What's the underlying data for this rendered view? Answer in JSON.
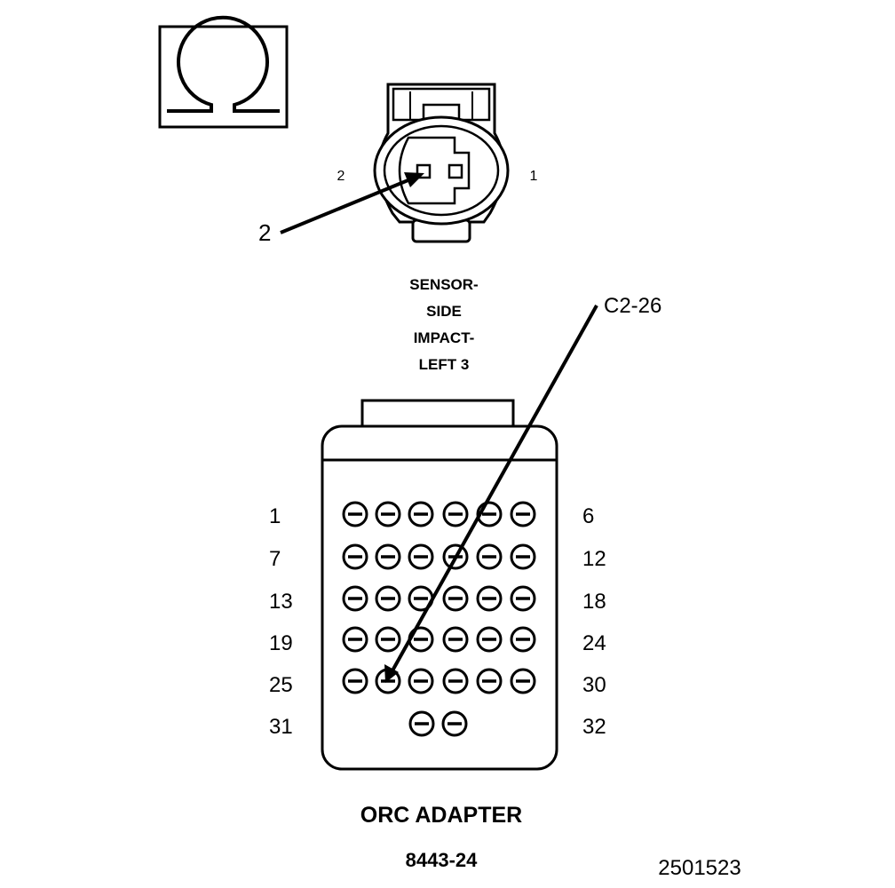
{
  "ohm_symbol": "Ω",
  "sensor_connector": {
    "pin_left_label": "2",
    "pin_right_label": "1",
    "callout": "2",
    "name_lines": [
      "SENSOR-",
      "SIDE",
      "IMPACT-",
      "LEFT 3"
    ]
  },
  "adapter": {
    "callout": "C2-26",
    "row_labels_left": [
      "1",
      "7",
      "13",
      "19",
      "25",
      "31"
    ],
    "row_labels_right": [
      "6",
      "12",
      "18",
      "24",
      "30",
      "32"
    ],
    "title": "ORC ADAPTER",
    "part_number": "8443-24"
  },
  "figure_id": "2501523"
}
